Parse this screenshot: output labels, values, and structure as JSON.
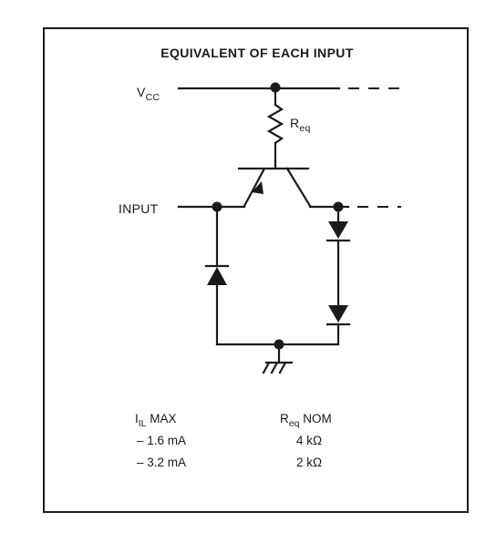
{
  "title": "EQUIVALENT OF EACH INPUT",
  "vcc": {
    "main": "V",
    "sub": "CC"
  },
  "input_label": "INPUT",
  "req": {
    "main": "R",
    "sub": "eq"
  },
  "table": {
    "col1": {
      "main": "I",
      "sub": "IL",
      "rest": " MAX"
    },
    "col2": {
      "main": "R",
      "sub": "eq",
      "rest": " NOM"
    },
    "rows": [
      {
        "current": "– 1.6 mA",
        "resistance": "4 kΩ"
      },
      {
        "current": "– 3.2 mA",
        "resistance": "2 kΩ"
      }
    ]
  }
}
